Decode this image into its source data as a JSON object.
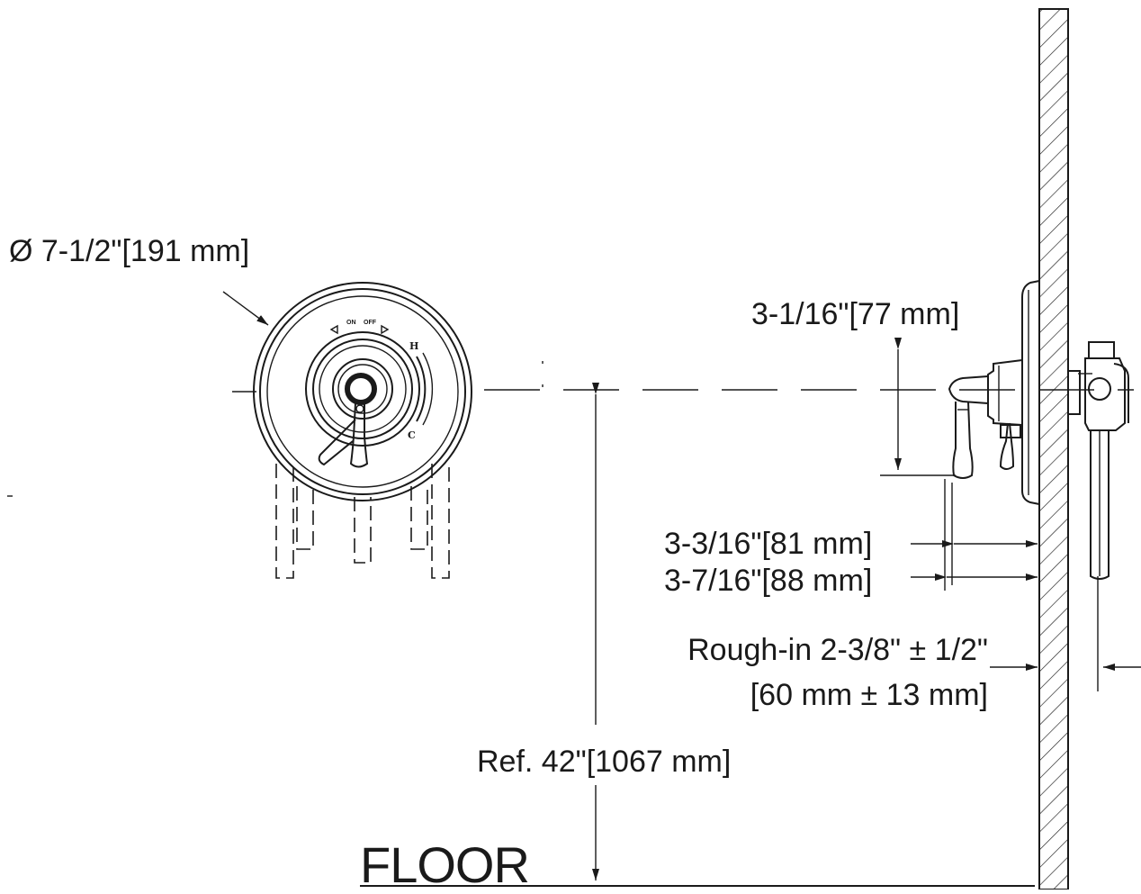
{
  "labels": {
    "diameter": "Ø 7-1/2\"[191 mm]",
    "handle_height": "3-1/16\"[77 mm]",
    "lever_projection": "3-3/16\"[81 mm]",
    "body_projection": "3-7/16\"[88 mm]",
    "rough_in_line1": "Rough-in 2-3/8\" ± 1/2\"",
    "rough_in_line2": "[60 mm ± 13 mm]",
    "floor_height": "Ref. 42\"[1067 mm]",
    "floor": "FLOOR"
  },
  "dial": {
    "on": "ON",
    "off": "OFF",
    "hot": "H",
    "cold": "C"
  }
}
